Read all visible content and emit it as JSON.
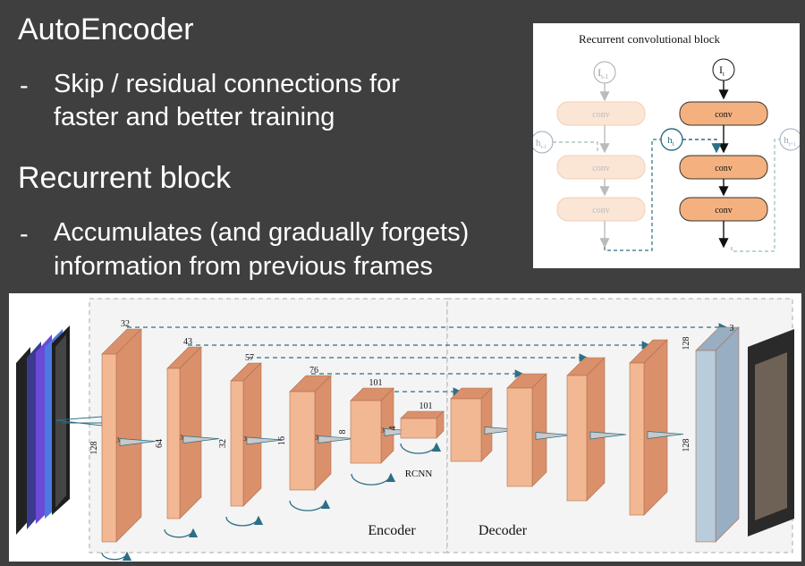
{
  "slide": {
    "heading1": "AutoEncoder",
    "bullet1_line1": "Skip / residual connections for",
    "bullet1_line2": "faster and better training",
    "heading2": "Recurrent block",
    "bullet2_line1": "Accumulates (and gradually forgets)",
    "bullet2_line2": "information from previous frames",
    "bullet_marker": "-"
  },
  "rcb": {
    "title": "Recurrent convolutional block",
    "conv": "conv",
    "i_prev": "I",
    "i_prev_sub": "t-1",
    "i_cur": "I",
    "i_cur_sub": "t",
    "h_prev": "h",
    "h_prev_sub": "t-1",
    "h_cur": "h",
    "h_cur_sub": "t",
    "h_next": "h",
    "h_next_sub": "t+1"
  },
  "net": {
    "encoder": "Encoder",
    "decoder": "Decoder",
    "rcnn": "RCNN",
    "kernel": "3",
    "enc": [
      {
        "depth": "128",
        "ch": "32"
      },
      {
        "depth": "64",
        "ch": "43"
      },
      {
        "depth": "32",
        "ch": "57"
      },
      {
        "depth": "16",
        "ch": "76"
      },
      {
        "depth": "8",
        "ch": "101"
      },
      {
        "depth": "4",
        "ch": "101"
      }
    ],
    "out_depth": "128",
    "out_ch": "3"
  },
  "colors": {
    "bg": "#3f3f3f",
    "block_front": "#f2b893",
    "block_side": "#d9906b",
    "conv_active": "#f5b07f",
    "conv_faded": "#fbe6d6",
    "arrow": "#2c6f86",
    "output_block": "#b9ccdc"
  }
}
